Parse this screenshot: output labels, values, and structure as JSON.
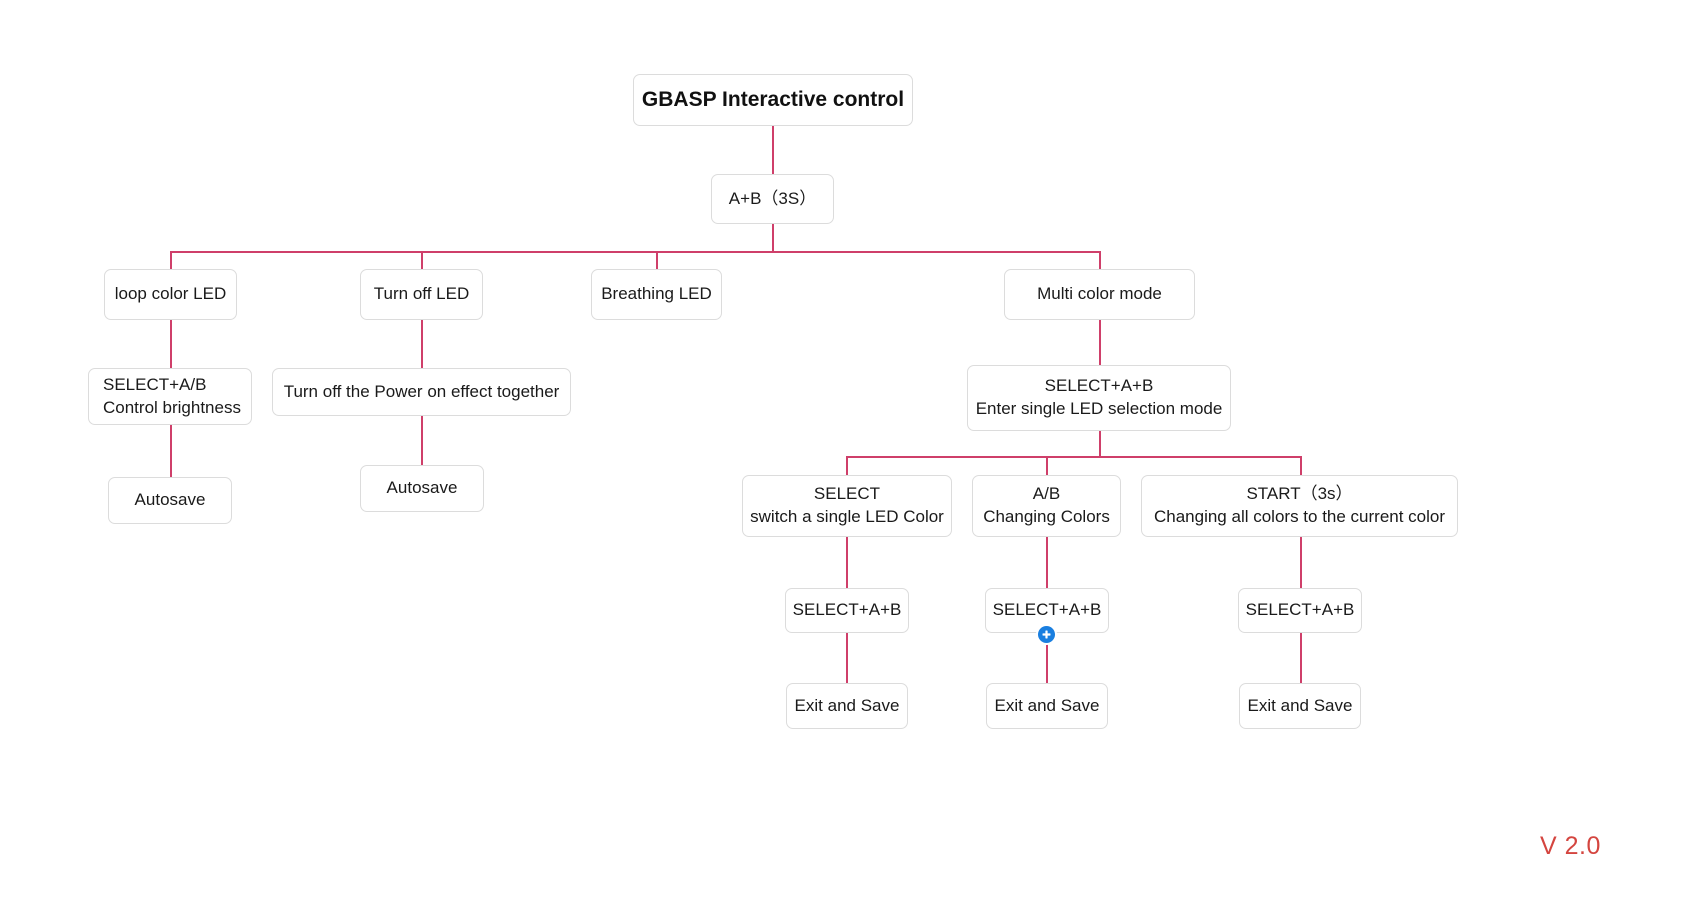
{
  "diagram": {
    "title": "GBASP Interactive control",
    "version_label": "V 2.0",
    "accent_line_color": "#cf3f6a",
    "box_border_color": "#dcdcdc",
    "badge_color": "#1a7fe0",
    "version_color": "#d4453f"
  },
  "nodes": {
    "root": {
      "label": "GBASP Interactive control"
    },
    "trigger": {
      "label": "A+B（3S）"
    },
    "mode_loop": {
      "label": "loop color LED"
    },
    "mode_turnoff": {
      "label": "Turn off LED"
    },
    "mode_breathing": {
      "label": "Breathing LED"
    },
    "mode_multi": {
      "label": "Multi color mode"
    },
    "loop_action": {
      "line1": "SELECT+A/B",
      "line2": "Control brightness"
    },
    "turnoff_action": {
      "label": "Turn off the Power on effect together"
    },
    "loop_autosave": {
      "label": "Autosave"
    },
    "turnoff_autosave": {
      "label": "Autosave"
    },
    "multi_enter": {
      "line1": "SELECT+A+B",
      "line2": "Enter single LED selection mode"
    },
    "multi_select": {
      "line1": "SELECT",
      "line2": "switch a single LED Color"
    },
    "multi_ab": {
      "line1": "A/B",
      "line2": "Changing Colors"
    },
    "multi_start": {
      "line1": "START（3s）",
      "line2": "Changing all colors to the current color"
    },
    "select_saveA": {
      "label": "SELECT+A+B"
    },
    "select_saveB": {
      "label": "SELECT+A+B"
    },
    "select_saveC": {
      "label": "SELECT+A+B"
    },
    "exit_saveA": {
      "label": "Exit and Save"
    },
    "exit_saveB": {
      "label": "Exit and Save"
    },
    "exit_saveC": {
      "label": "Exit and Save"
    }
  },
  "badges": {
    "add_badge": {
      "icon": "plus-circle-icon"
    }
  }
}
